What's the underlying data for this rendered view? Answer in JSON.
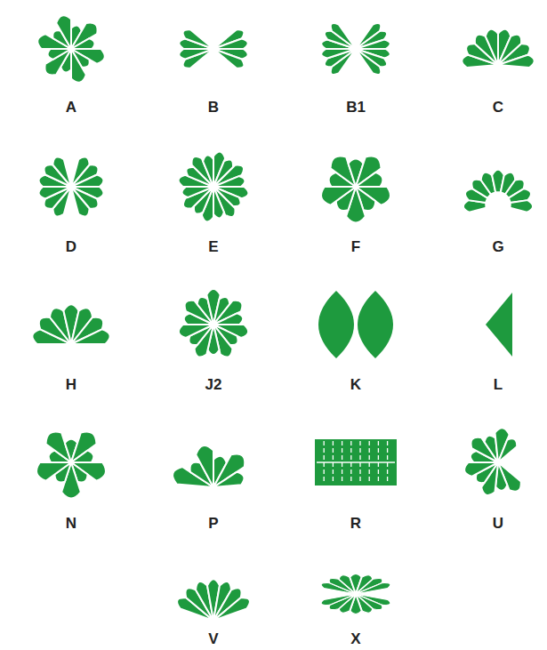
{
  "diagram": {
    "labels": [
      "A",
      "B",
      "B1",
      "C",
      "D",
      "E",
      "F",
      "G",
      "H",
      "J2",
      "K",
      "L",
      "N",
      "P",
      "R",
      "U",
      "V",
      "X"
    ]
  }
}
